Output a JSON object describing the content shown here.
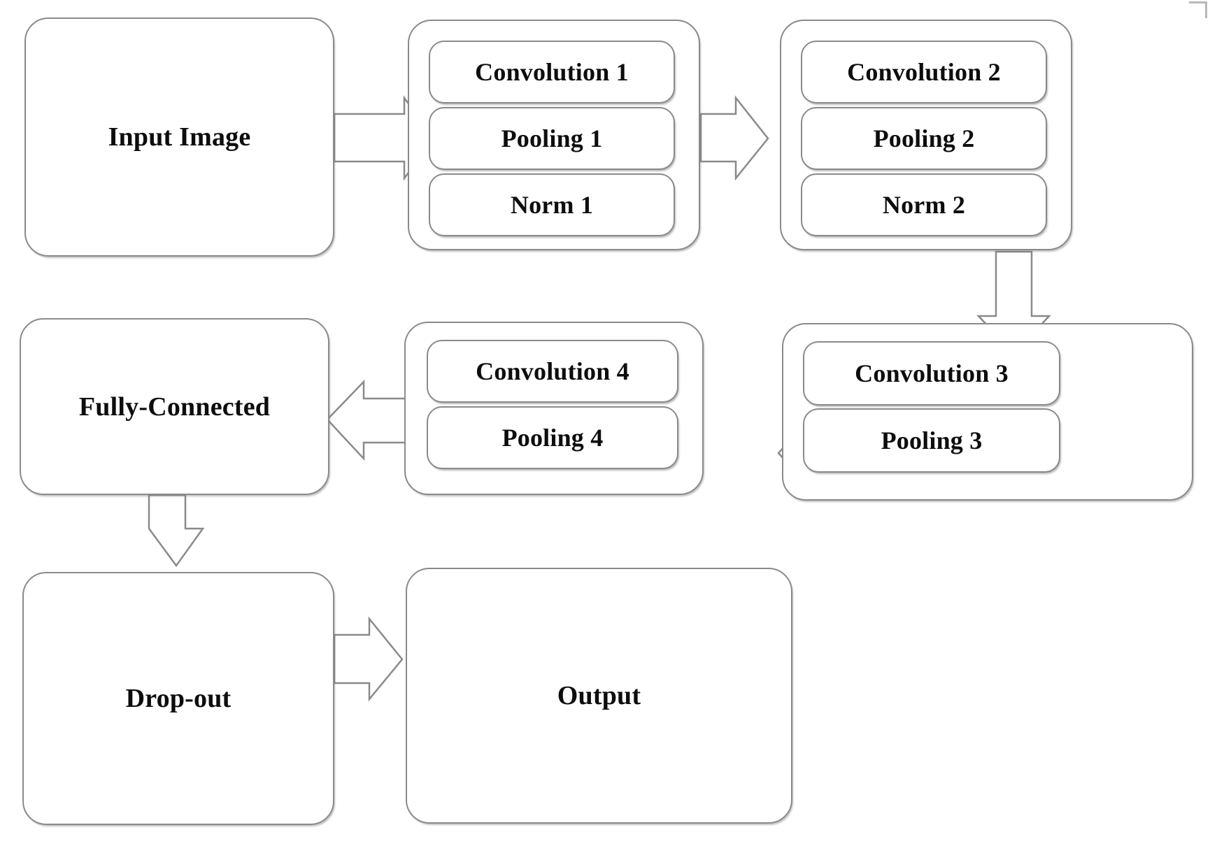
{
  "diagram": {
    "title": "CNN Architecture Flow Diagram",
    "type": "flowchart",
    "stroke_color": "#8a8a8a",
    "text_color": "#0d0d0d",
    "background_color": "#ffffff",
    "nodes": [
      {
        "id": "input",
        "label": "Input Image",
        "kind": "plain"
      },
      {
        "id": "block1",
        "kind": "group",
        "children": [
          "Convolution 1",
          "Pooling 1",
          "Norm 1"
        ]
      },
      {
        "id": "block2",
        "kind": "group",
        "children": [
          "Convolution 2",
          "Pooling 2",
          "Norm 2"
        ]
      },
      {
        "id": "block3",
        "kind": "group",
        "children": [
          "Convolution 3",
          "Pooling 3"
        ]
      },
      {
        "id": "block4",
        "kind": "group",
        "children": [
          "Convolution 4",
          "Pooling 4"
        ]
      },
      {
        "id": "fc",
        "label": "Fully-Connected",
        "kind": "plain"
      },
      {
        "id": "dropout",
        "label": "Drop-out",
        "kind": "plain"
      },
      {
        "id": "output",
        "label": "Output",
        "kind": "plain"
      }
    ],
    "labels": {
      "input_image": "Input Image",
      "convolution_1": "Convolution 1",
      "pooling_1": "Pooling 1",
      "norm_1": "Norm 1",
      "convolution_2": "Convolution 2",
      "pooling_2": "Pooling 2",
      "norm_2": "Norm 2",
      "convolution_3": "Convolution 3",
      "pooling_3": "Pooling 3",
      "convolution_4": "Convolution 4",
      "pooling_4": "Pooling 4",
      "fully_connected": "Fully-Connected",
      "drop_out": "Drop-out",
      "output": "Output"
    },
    "edges": [
      {
        "from": "input",
        "to": "block1",
        "direction": "right"
      },
      {
        "from": "block1",
        "to": "block2",
        "direction": "right"
      },
      {
        "from": "block2",
        "to": "block3",
        "direction": "down"
      },
      {
        "from": "block3",
        "to": "block4",
        "direction": "left"
      },
      {
        "from": "block4",
        "to": "fc",
        "direction": "left"
      },
      {
        "from": "fc",
        "to": "dropout",
        "direction": "down"
      },
      {
        "from": "dropout",
        "to": "output",
        "direction": "right"
      }
    ]
  }
}
